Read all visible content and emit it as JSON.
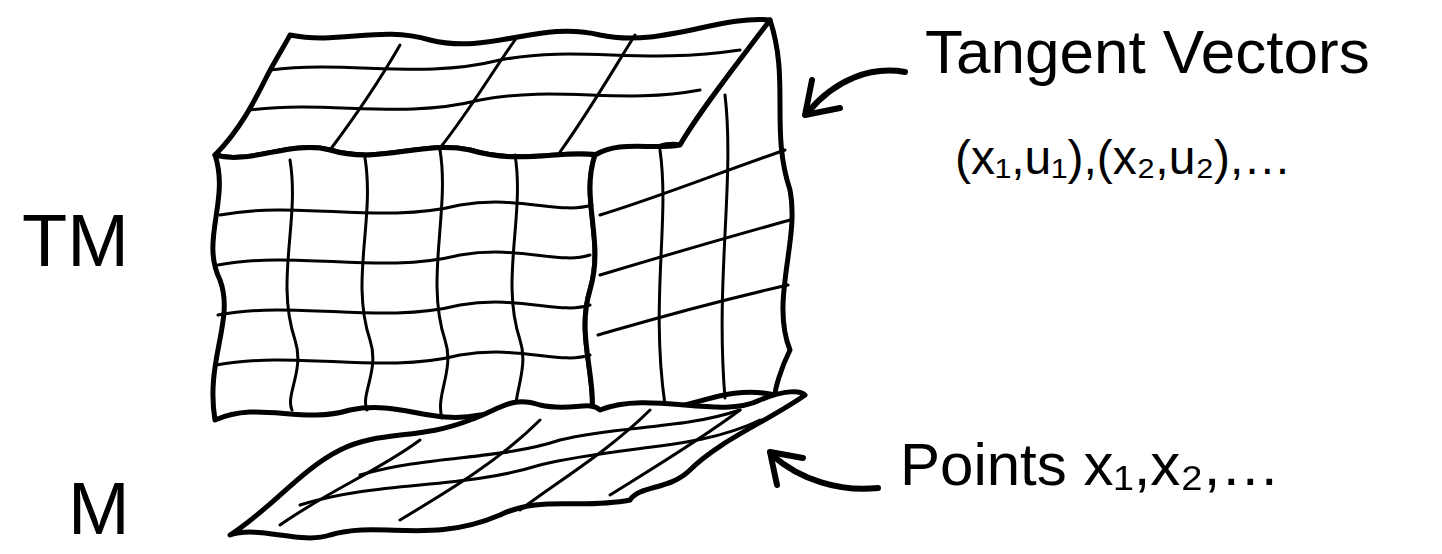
{
  "diagram": {
    "labels": [
      "TM",
      "M",
      "Tangent Vectors",
      "(x₁,u₁),(x₂,u₂),…",
      "Points x₁,x₂,…"
    ]
  }
}
